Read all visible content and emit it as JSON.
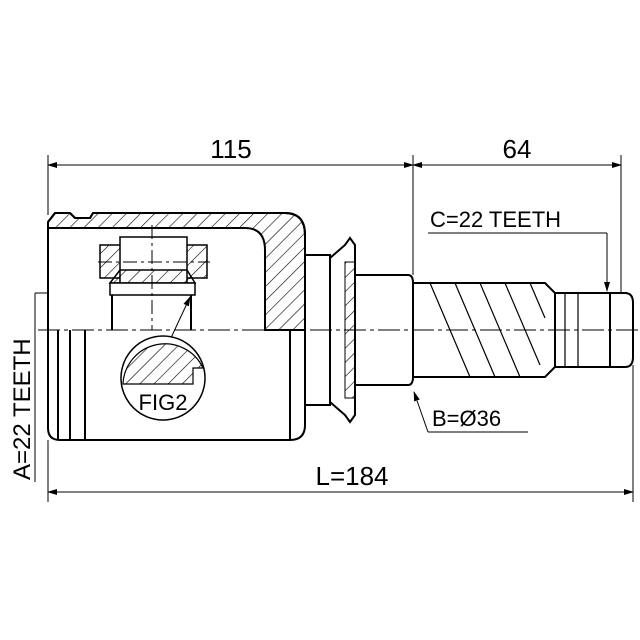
{
  "dimensions": {
    "housing_length": "115",
    "shaft_length": "64",
    "total_length": "L=184"
  },
  "labels": {
    "outer_spline": "A=22 TEETH",
    "inner_diameter": "B=Ø36",
    "shaft_spline": "C=22 TEETH",
    "detail": "FIG2"
  },
  "colors": {
    "line": "#000000",
    "background": "#ffffff"
  }
}
